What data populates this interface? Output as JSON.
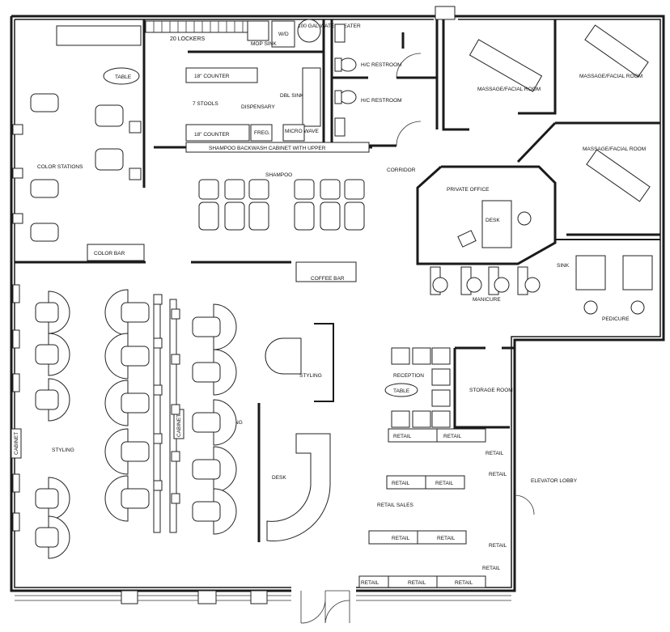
{
  "labels": {
    "lockers": "20 LOCKERS",
    "mop_sink": "MOP SINK",
    "wd": "W/D",
    "water_heater": "100 GAL WATER HEATER",
    "restroom1": "H/C RESTROOM",
    "restroom2": "H/C RESTROOM",
    "table": "TABLE",
    "counter_top": "18\" COUNTER",
    "stools": "7 STOOLS",
    "dispensary": "DISPENSARY",
    "dbl_sink": "DBL SINK",
    "counter_bottom": "18\" COUNTER",
    "freg": "FREG.",
    "micro_wave": "MICRO WAVE",
    "shampoo_cabinet": "SHAMPOO BACKWASH CABINET WITH UPPER",
    "color_stations": "COLOR STATIONS",
    "color_bar": "COLOR BAR",
    "shampoo": "SHAMPOO",
    "corridor": "CORRIDOR",
    "private_office": "PRIVATE OFFICE",
    "desk_office": "DESK",
    "massage1": "MASSAGE/FACIAL ROOM",
    "massage2": "MASSAGE/FACIAL ROOM",
    "massage3": "MASSAGE/FACIAL ROOM",
    "coffee_bar": "COFFEE BAR",
    "manicure": "MANICURE",
    "sink": "SINK",
    "pedicure": "PEDICURE",
    "cabinet_left": "CABINET",
    "cabinet_mid": "CABINET",
    "styling_left": "STYLING",
    "styling_mid": "STYLING",
    "styling_right": "STYLING",
    "reception": "RECEPTION",
    "table_reception": "TABLE",
    "storage_room": "STORAGE ROOM",
    "desk_curve": "DESK",
    "retail_sales": "RETAIL SALES",
    "elevator_lobby": "ELEVATOR LOBBY",
    "retail": "RETAIL"
  }
}
